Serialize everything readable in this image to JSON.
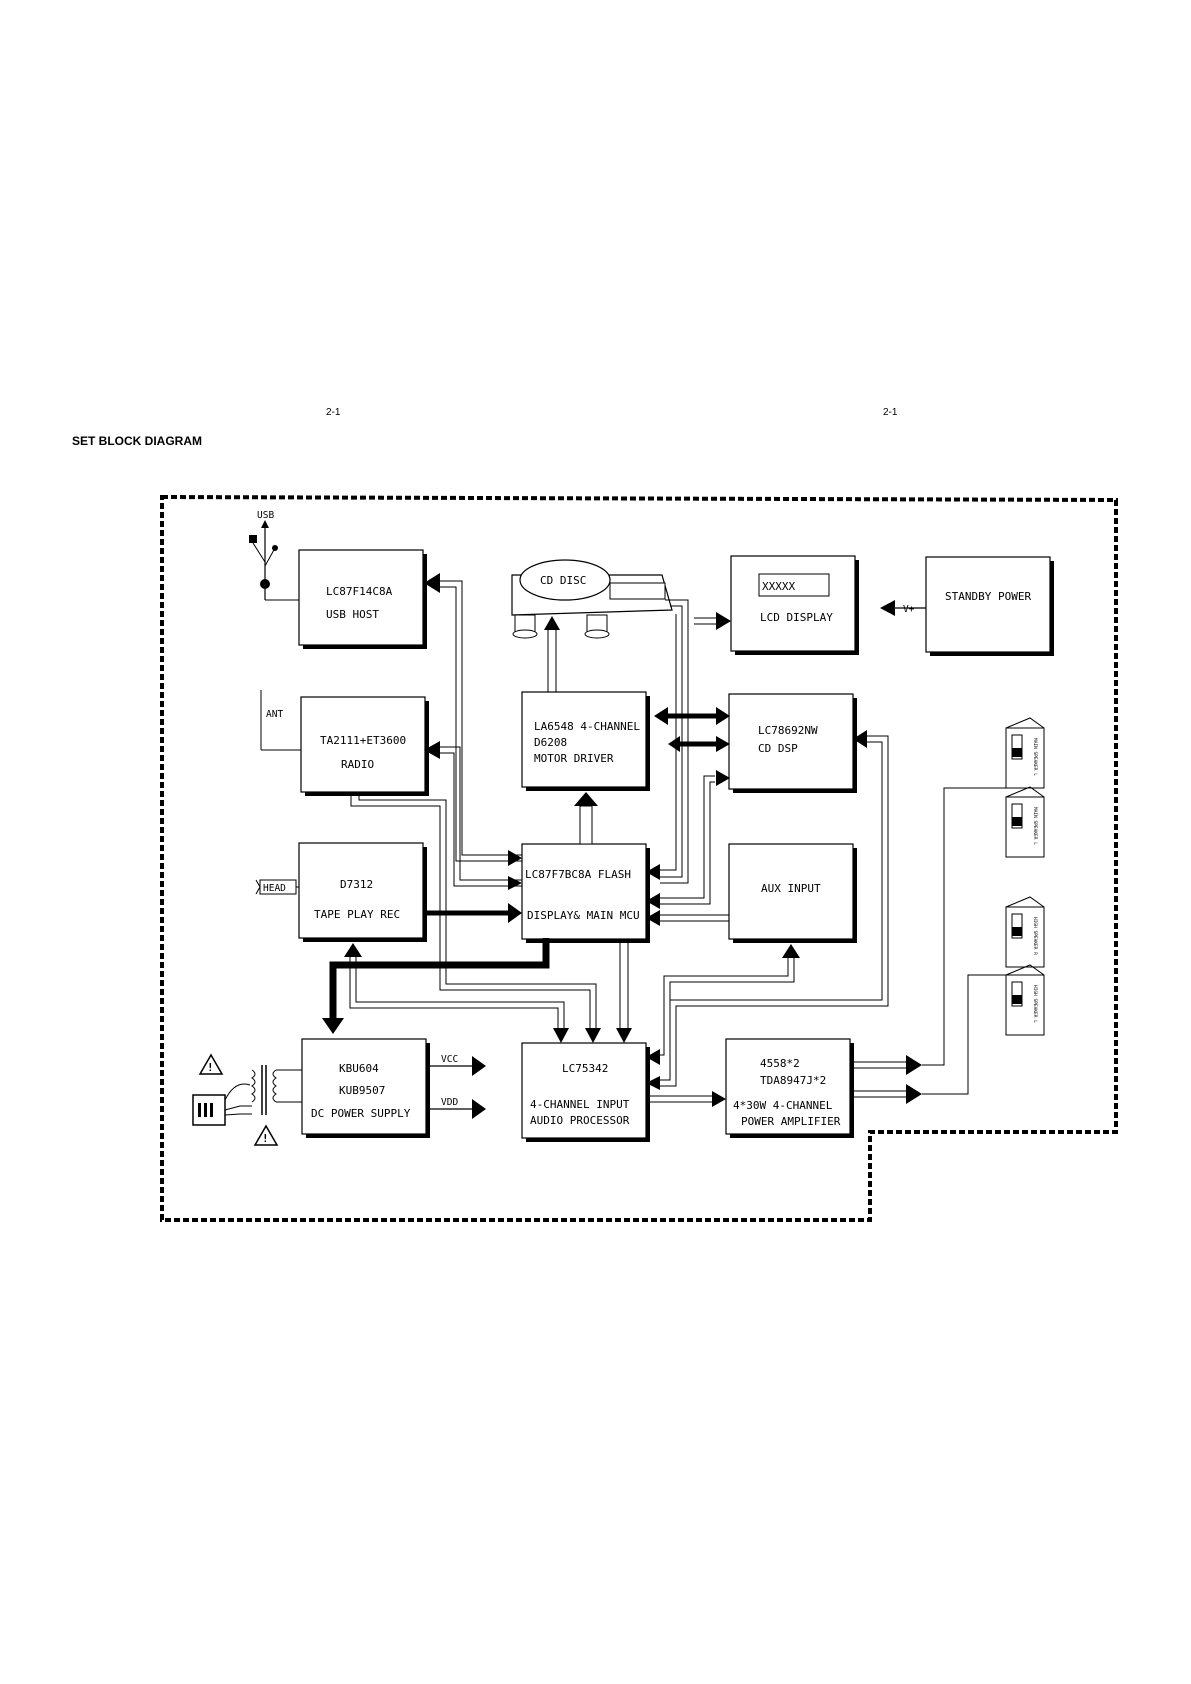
{
  "page": {
    "number_left": "2-1",
    "number_right": "2-1",
    "title": "SET BLOCK DIAGRAM"
  },
  "blocks": {
    "usb_host": {
      "line1": "LC87F14C8A",
      "line2": "USB HOST"
    },
    "cd_disc": {
      "label": "CD DISC"
    },
    "lcd_display": {
      "label": "LCD DISPLAY"
    },
    "standby_power": {
      "label": "STANDBY POWER",
      "vplus": "V+"
    },
    "radio": {
      "line1": "TA2111+ET3600",
      "line2": "RADIO"
    },
    "motor_driver": {
      "line1": "LA6548 4-CHANNEL",
      "line2": "D6208",
      "line3": "MOTOR DRIVER"
    },
    "cd_dsp": {
      "line1": "LC78692NW",
      "line2": "CD  DSP"
    },
    "tape": {
      "line1": "D7312",
      "line2": "TAPE PLAY REC"
    },
    "main_mcu": {
      "line1": "LC87F7BC8A  FLASH",
      "line2": "DISPLAY& MAIN MCU"
    },
    "aux_input": {
      "label": "AUX INPUT"
    },
    "dc_power": {
      "line1": "KBU604",
      "line2": "KUB9507",
      "line3": "DC POWER SUPPLY",
      "vcc": "VCC",
      "vdd": "VDD"
    },
    "audio_processor": {
      "line1": "LC75342",
      "line2": "4-CHANNEL INPUT",
      "line3": "AUDIO PROCESSOR"
    },
    "power_amp": {
      "line1": "4558*2",
      "line2": "TDA8947J*2",
      "line3": "4*30W 4-CHANNEL",
      "line4": "POWER  AMPLIFIER"
    }
  },
  "inputs": {
    "usb": "USB",
    "ant": "ANT",
    "head": "HEAD"
  },
  "speakers": [
    "MAIN SPEAKER L",
    "MAIN SPEAKER L",
    "HIGH SPEAKER R",
    "HIGH SPEAKER L"
  ],
  "lcd_glyphs": "XXXXX"
}
